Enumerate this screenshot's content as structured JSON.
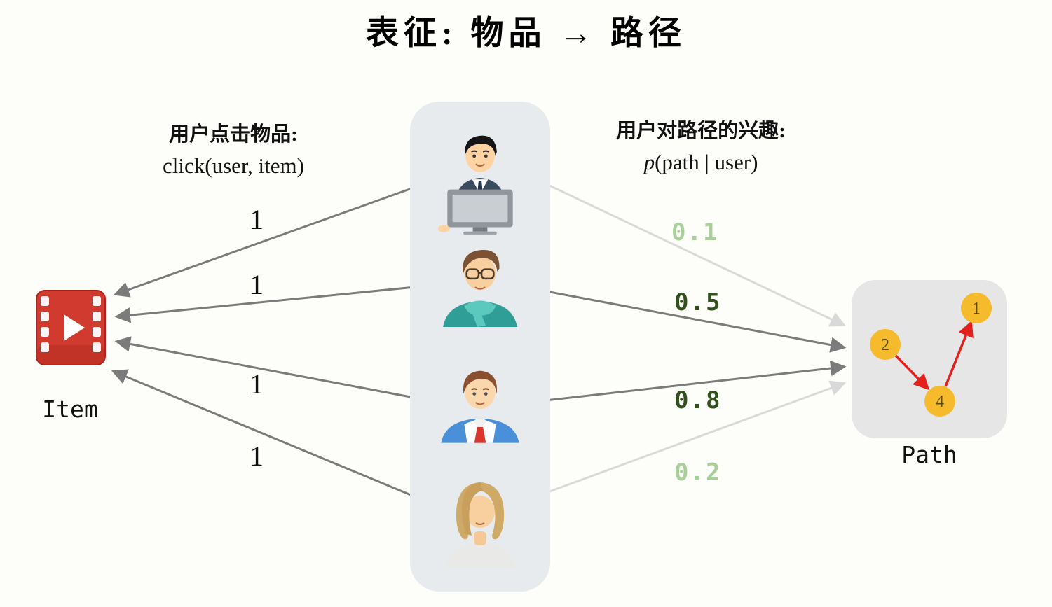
{
  "title": "表征: 物品 → 路径",
  "item": {
    "label": "Item",
    "icon": "video-play-icon",
    "color": "#d13a2e"
  },
  "left_caption": {
    "line1": "用户点击物品:",
    "formula": "click(user, item)"
  },
  "right_caption": {
    "line1": "用户对路径的兴趣:",
    "formula_var": "p",
    "formula_rest": "(path | user)"
  },
  "users": [
    {
      "icon": "businessman-at-computer-avatar"
    },
    {
      "icon": "man-glasses-scarf-avatar"
    },
    {
      "icon": "man-shirt-red-tie-avatar"
    },
    {
      "icon": "woman-blonde-avatar"
    }
  ],
  "click_edges": {
    "weights": [
      "1",
      "1",
      "1",
      "1"
    ]
  },
  "path_edges": {
    "probabilities": [
      "0.1",
      "0.5",
      "0.8",
      "0.2"
    ],
    "emphasis": [
      "low",
      "high",
      "high",
      "low"
    ]
  },
  "path": {
    "label": "Path",
    "nodes": [
      "2",
      "4",
      "1"
    ],
    "edges": [
      "2→4",
      "4→1"
    ],
    "node_color": "#f5bb2c",
    "edge_color": "#e3201b"
  },
  "colors": {
    "strong_arrow": "#7b7b7b",
    "weak_arrow": "#d9d9d9",
    "prob_high_text": "#33511e",
    "prob_low_text": "#a9cf9b",
    "users_panel_bg": "#e8ebee",
    "path_panel_bg": "#e6e6e6"
  }
}
